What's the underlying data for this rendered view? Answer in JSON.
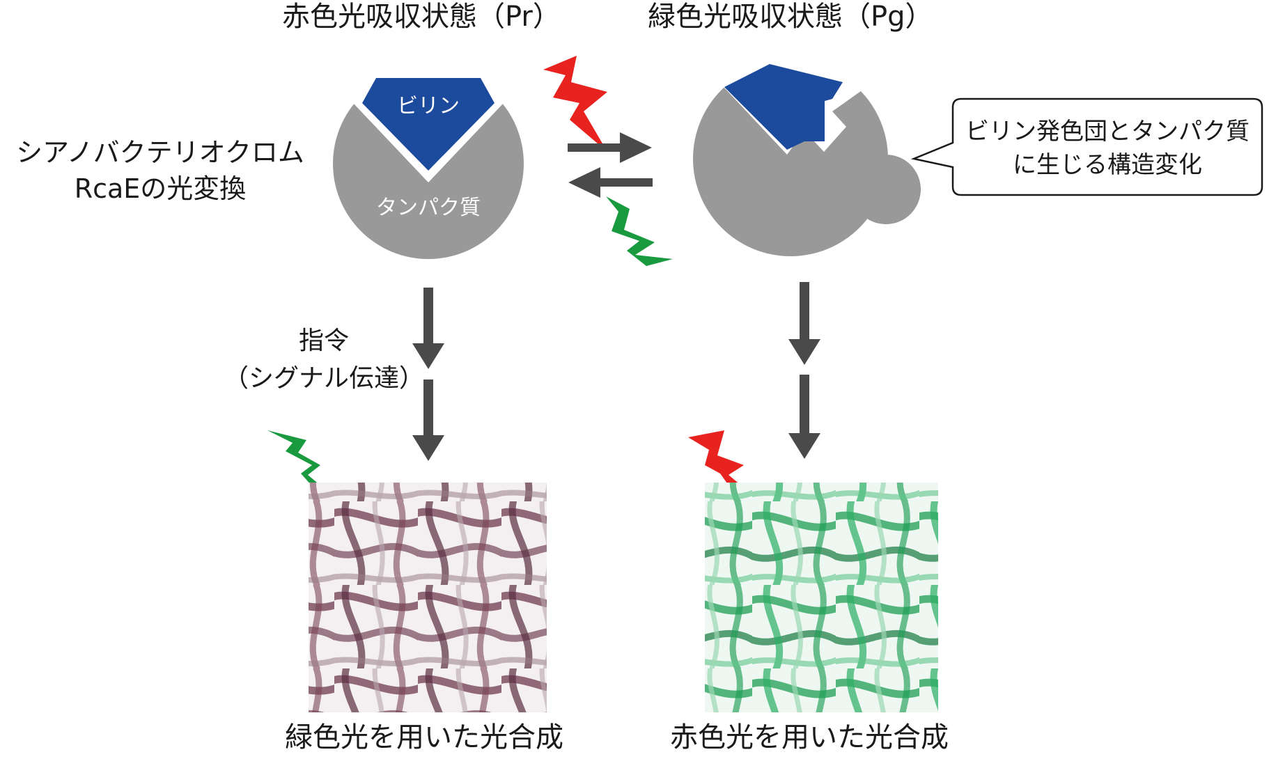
{
  "states": {
    "pr": "赤色光吸収状態（Pr）",
    "pg": "緑色光吸収状態（Pg）"
  },
  "protein_label": {
    "line1": "シアノバクテリオクロム",
    "line2": "RcaEの光変換"
  },
  "pr_molecule": {
    "bilin": "ビリン",
    "protein": "タンパク質"
  },
  "callout": {
    "line1": "ビリン発色団とタンパク質",
    "line2": "に生じる構造変化"
  },
  "signal": {
    "line1": "指令",
    "line2": "（シグナル伝達）"
  },
  "captions": {
    "left": "緑色光を用いた光合成",
    "right": "赤色光を用いた光合成"
  },
  "colors": {
    "bilin_blue": "#1c4a9c",
    "protein_gray": "#999999",
    "arrow_gray": "#4a4a4a",
    "red_light": "#e8231f",
    "green_light": "#1a9a3f",
    "left_cells": "#6e3a4e",
    "right_cells": "#1f9e55"
  },
  "icons": {
    "red_light": "red-lightning-icon",
    "green_light": "green-lightning-icon"
  }
}
